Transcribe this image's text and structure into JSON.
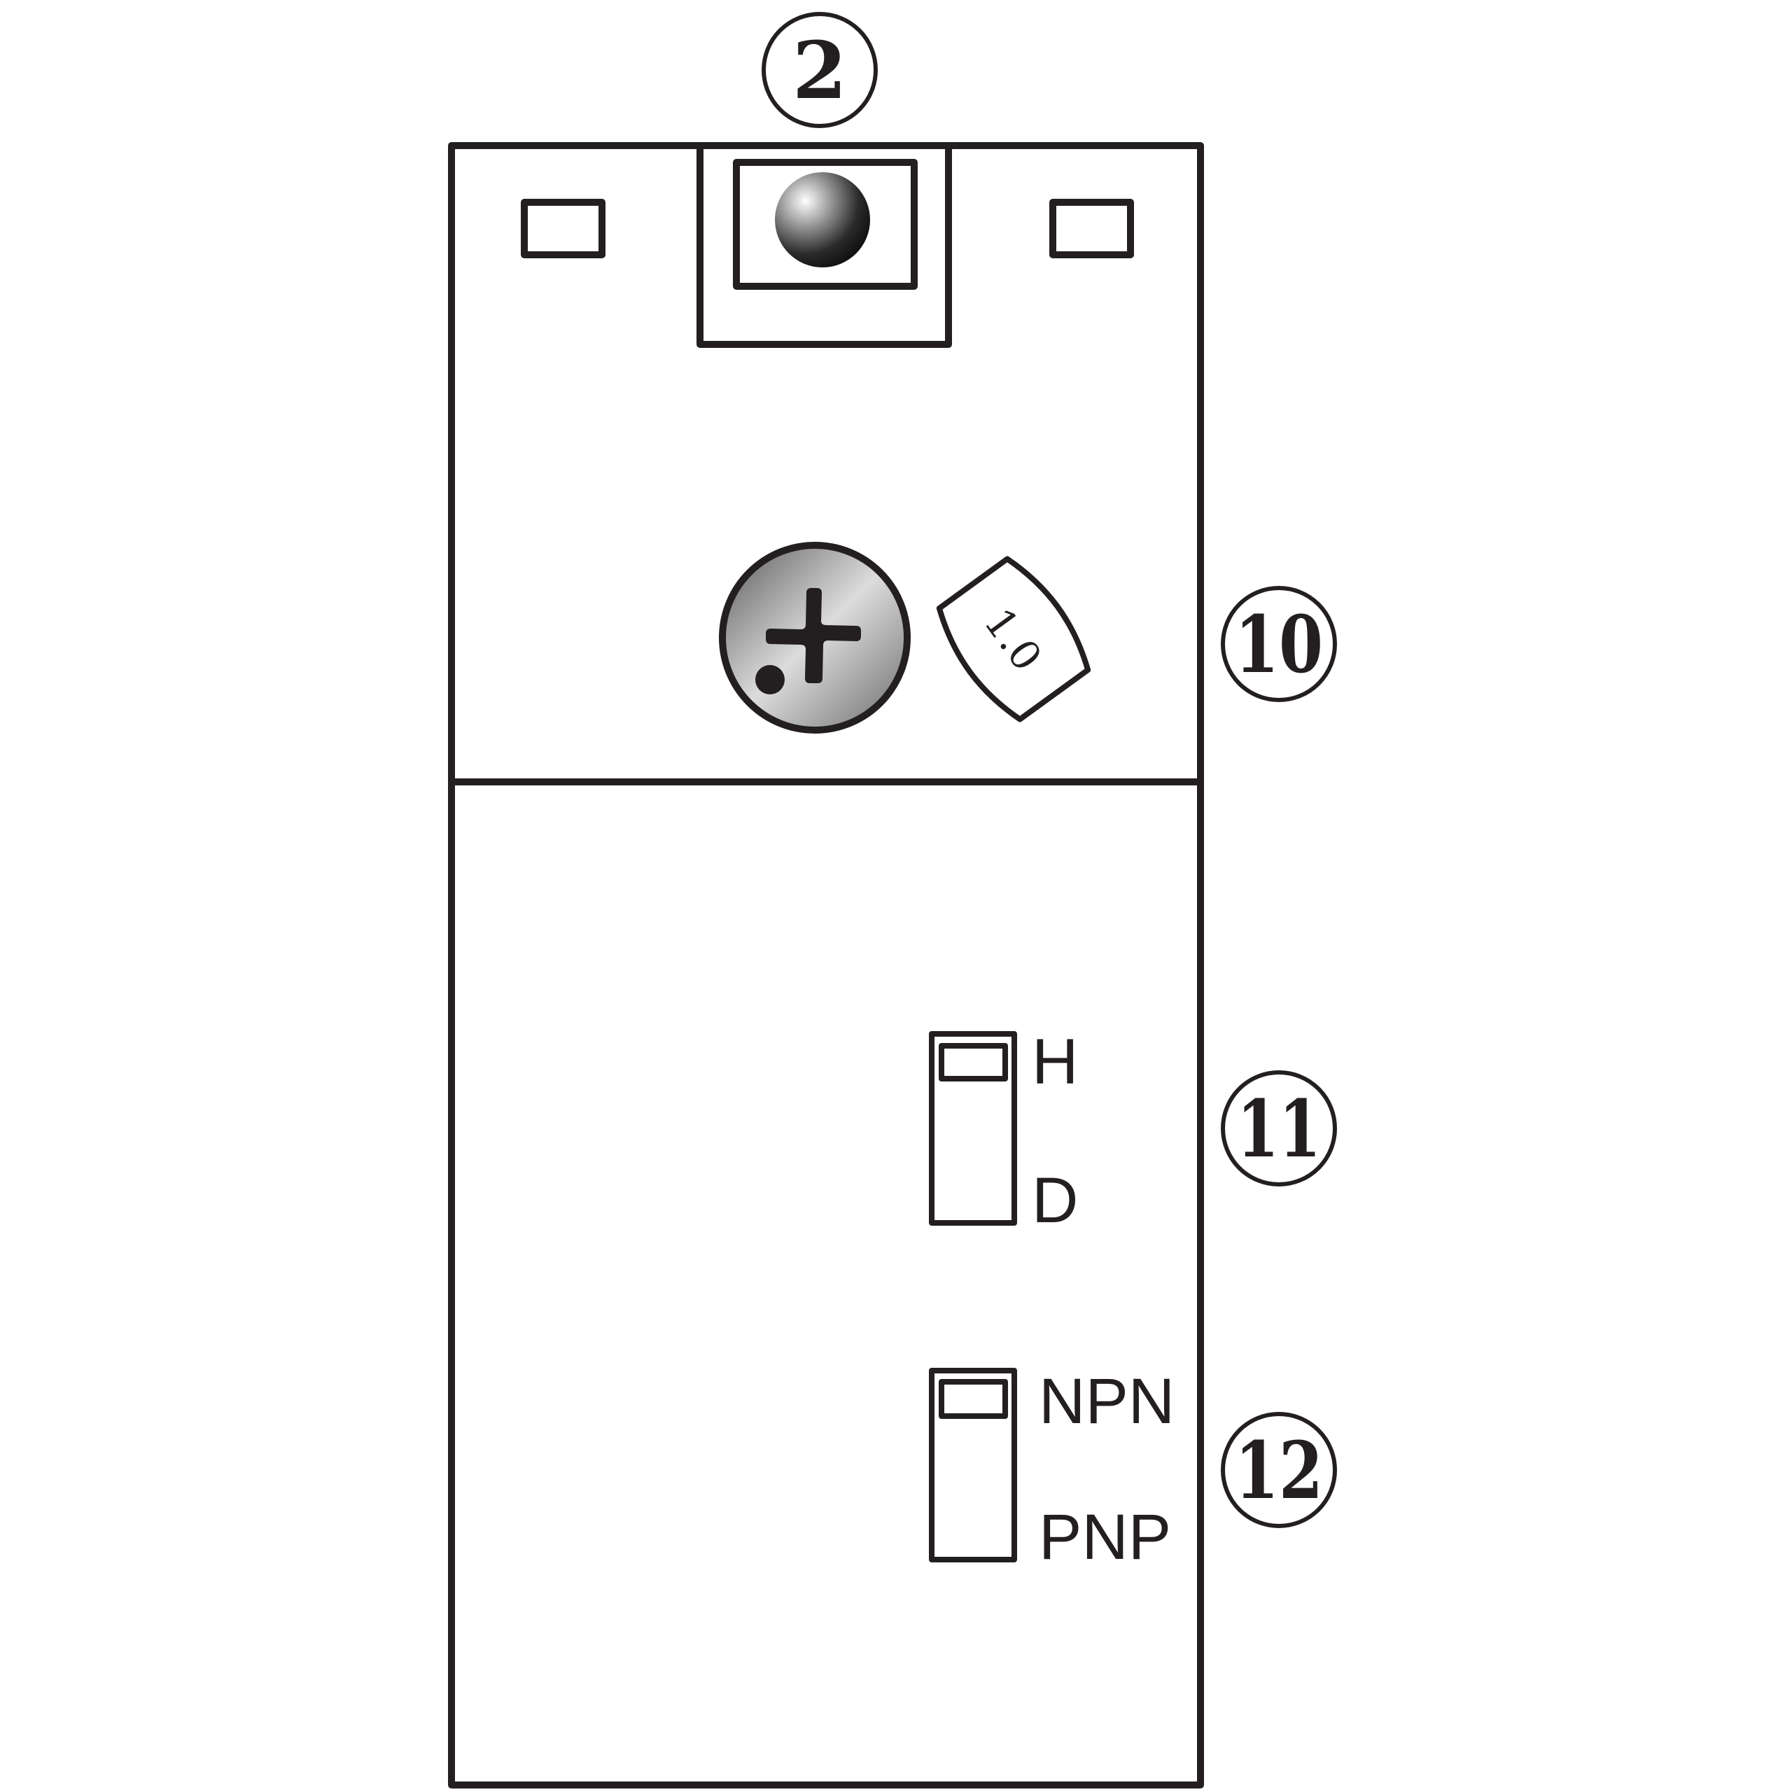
{
  "callouts": {
    "top": "2",
    "adjuster": "10",
    "mode_switch": "11",
    "output_switch": "12"
  },
  "dial_label": "1.0",
  "switches": {
    "mode": {
      "upper_label": "H",
      "lower_label": "D",
      "position": "upper"
    },
    "output": {
      "upper_label": "NPN",
      "lower_label": "PNP",
      "position": "upper"
    }
  },
  "colors": {
    "stroke": "#231f20",
    "background": "#ffffff"
  },
  "icons": {
    "indicator": "indicator-lamp-icon",
    "adjuster": "phillips-screw-icon"
  }
}
